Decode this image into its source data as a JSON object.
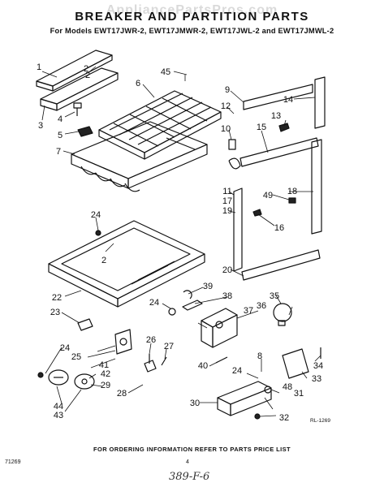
{
  "header": {
    "watermark": "AppliancePartsPros.com",
    "title": "BREAKER AND PARTITION PARTS",
    "models": "For Models EWT17JWR-2, EWT17JMWR-2, EWT17JWL-2 and EWT17JMWL-2"
  },
  "callouts": [
    "1",
    "2",
    "3",
    "4",
    "5",
    "6",
    "7",
    "2",
    "45",
    "9",
    "12",
    "13",
    "14",
    "10",
    "15",
    "11",
    "17",
    "19",
    "18",
    "49",
    "16",
    "20",
    "24",
    "2",
    "22",
    "23",
    "39",
    "38",
    "35",
    "36",
    "37",
    "24",
    "26",
    "27",
    "40",
    "8",
    "34",
    "24",
    "25",
    "41",
    "42",
    "29",
    "28",
    "24",
    "33",
    "31",
    "48",
    "30",
    "32",
    "44",
    "43"
  ],
  "footer": {
    "ordering_note": "FOR ORDERING INFORMATION REFER TO PARTS PRICE LIST",
    "page_code": "71269",
    "page_number": "4",
    "ref_code": "RL-1269",
    "handwritten": "389-F-6"
  }
}
